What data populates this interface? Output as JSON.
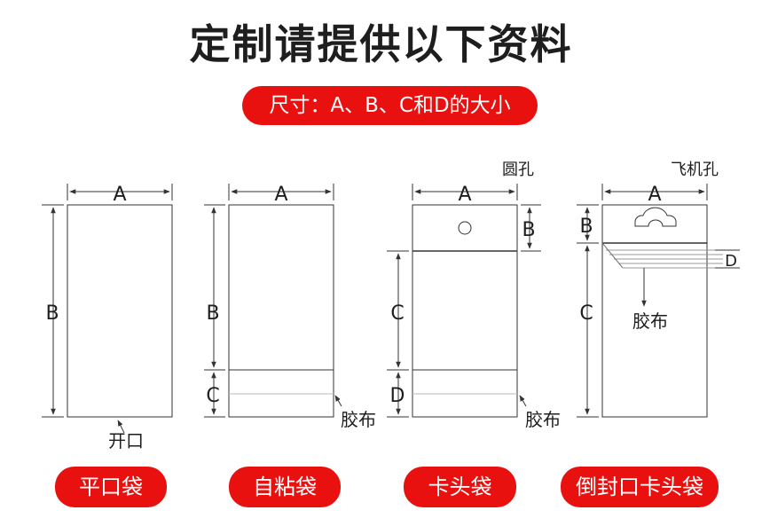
{
  "title": "定制请提供以下资料",
  "subtitle": "尺寸：A、B、C和D的大小",
  "dimension_labels": {
    "a": "A",
    "b": "B",
    "c": "C",
    "d": "D"
  },
  "annotations": {
    "opening": "开口",
    "adhesive": "胶布",
    "round_hole": "圆孔",
    "airplane_hole": "飞机孔"
  },
  "bag_types": [
    "平口袋",
    "自粘袋",
    "卡头袋",
    "倒封口卡头袋"
  ],
  "colors": {
    "accent": "#e8110f",
    "line": "#333333",
    "text": "#1e1e1e"
  }
}
